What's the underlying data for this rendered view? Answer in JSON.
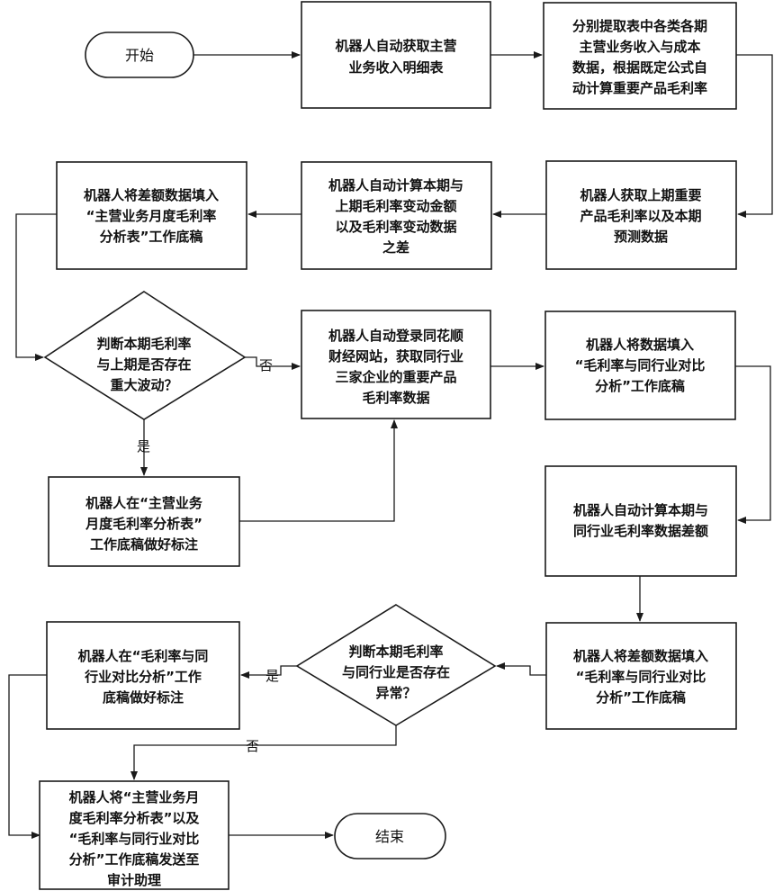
{
  "nodes": {
    "start": "开始",
    "fetch_detail": [
      "机器人自动获取主营",
      "业务收入明细表"
    ],
    "extract_calc": [
      "分别提取表中各类各期",
      "主营业务收入与成本",
      "数据，根据既定公式自",
      "动计算重要产品毛利率"
    ],
    "get_prev": [
      "机器人获取上期重要",
      "产品毛利率以及本期",
      "预测数据"
    ],
    "calc_diff": [
      "机器人自动计算本期与",
      "上期毛利率变动金额",
      "以及毛利率变动数据",
      "之差"
    ],
    "fill_diff": [
      "机器人将差额数据填入",
      "“主营业务月度毛利率",
      "分析表”工作底稿"
    ],
    "decision1": [
      "判断本期毛利率",
      "与上期是否存在",
      "重大波动？"
    ],
    "login_ths": [
      "机器人自动登录同花顺",
      "财经网站，获取同行业",
      "三家企业的重要产品",
      "毛利率数据"
    ],
    "fill_peer": [
      "机器人将数据填入",
      "“毛利率与同行业对比",
      "分析”工作底稿"
    ],
    "mark1": [
      "机器人在“主营业务",
      "月度毛利率分析表”",
      "工作底稿做好标注"
    ],
    "calc_peer_diff": [
      "机器人自动计算本期与",
      "同行业毛利率数据差额"
    ],
    "fill_peer_diff": [
      "机器人将差额数据填入",
      "“毛利率与同行业对比",
      "分析”工作底稿"
    ],
    "decision2": [
      "判断本期毛利率",
      "与同行业是否存在",
      "异常？"
    ],
    "mark2": [
      "机器人在“毛利率与同",
      "行业对比分析”工作",
      "底稿做好标注"
    ],
    "send": [
      "机器人将“主营业务月",
      "度毛利率分析表”以及",
      "“毛利率与同行业对比",
      "分析”工作底稿发送至",
      "审计助理"
    ],
    "end": "结束"
  },
  "edge_labels": {
    "d1_no": "否",
    "d1_yes": "是",
    "d2_yes": "是",
    "d2_no": "否"
  }
}
